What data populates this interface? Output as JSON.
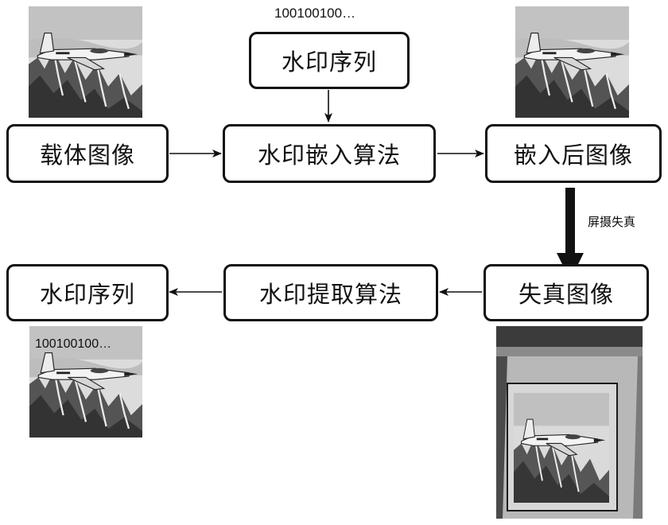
{
  "nodes": {
    "cover": "载体图像",
    "seq_top": "水印序列",
    "embed": "水印嵌入算法",
    "embedded": "嵌入后图像",
    "distorted": "失真图像",
    "extract": "水印提取算法",
    "seq_out": "水印序列"
  },
  "bit_strings": {
    "top": "100100100…",
    "bottom": "100100100…"
  },
  "edge_labels": {
    "screen_capture": "屏摄失真"
  },
  "images": {
    "cover": "fighter-jet-photo",
    "embedded": "fighter-jet-photo",
    "extracted": "fighter-jet-photo",
    "distorted": "recaptured-screen-photo"
  }
}
